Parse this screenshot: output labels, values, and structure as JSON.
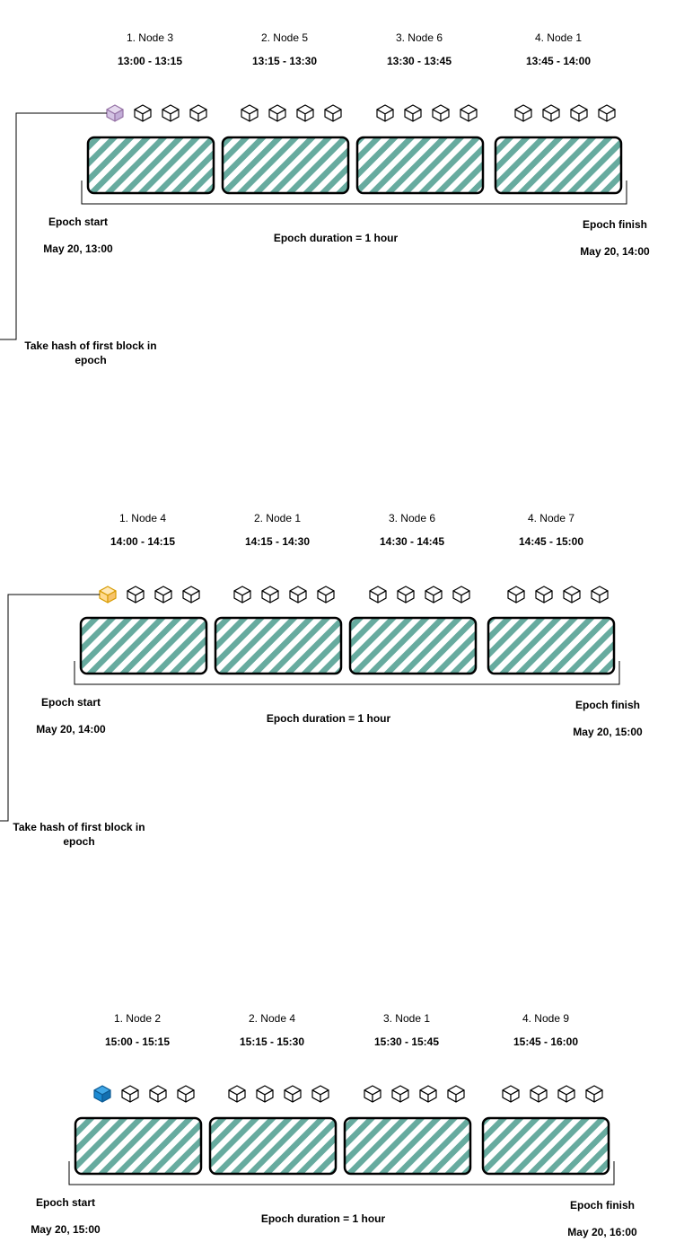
{
  "epochs": [
    {
      "first_block_color": "purple",
      "slots": [
        {
          "node": "1. Node 3",
          "time": "13:00 - 13:15"
        },
        {
          "node": "2. Node 5",
          "time": "13:15 - 13:30"
        },
        {
          "node": "3. Node 6",
          "time": "13:30 - 13:45"
        },
        {
          "node": "4. Node 1",
          "time": "13:45 - 14:00"
        }
      ],
      "start_label": "Epoch start",
      "start_time": "May 20, 13:00",
      "duration": "Epoch duration = 1 hour",
      "finish_label": "Epoch finish",
      "finish_time": "May 20, 14:00",
      "hash_note": "Take hash of first block in epoch"
    },
    {
      "first_block_color": "orange",
      "slots": [
        {
          "node": "1. Node 4",
          "time": "14:00 - 14:15"
        },
        {
          "node": "2. Node 1",
          "time": "14:15 - 14:30"
        },
        {
          "node": "3. Node 6",
          "time": "14:30 - 14:45"
        },
        {
          "node": "4. Node 7",
          "time": "14:45 - 15:00"
        }
      ],
      "start_label": "Epoch start",
      "start_time": "May 20, 14:00",
      "duration": "Epoch duration = 1 hour",
      "finish_label": "Epoch finish",
      "finish_time": "May 20, 15:00",
      "hash_note": "Take hash of first block in epoch"
    },
    {
      "first_block_color": "blue",
      "slots": [
        {
          "node": "1. Node 2",
          "time": "15:00 - 15:15"
        },
        {
          "node": "2. Node 4",
          "time": "15:15 - 15:30"
        },
        {
          "node": "3. Node 1",
          "time": "15:30 - 15:45"
        },
        {
          "node": "4. Node 9",
          "time": "15:45 - 16:00"
        }
      ],
      "start_label": "Epoch start",
      "start_time": "May 20, 15:00",
      "duration": "Epoch duration = 1 hour",
      "finish_label": "Epoch finish",
      "finish_time": "May 20, 16:00"
    }
  ],
  "colors": {
    "slot_fill": "#67AB9F",
    "slot_stroke": "#000000",
    "purple": {
      "top": "#E6DAEF",
      "left": "#D4C4E4",
      "right": "#C3AED8",
      "stroke": "#9673A6"
    },
    "orange": {
      "top": "#FFE8B8",
      "left": "#FFDA8F",
      "right": "#F7C36B",
      "stroke": "#D79B00"
    },
    "blue": {
      "top": "#3FA6E6",
      "left": "#1B8AD3",
      "right": "#136FB0",
      "stroke": "#0E5C95"
    },
    "plain": {
      "top": "#FFFFFF",
      "left": "#FFFFFF",
      "right": "#FFFFFF",
      "stroke": "#000000"
    }
  }
}
